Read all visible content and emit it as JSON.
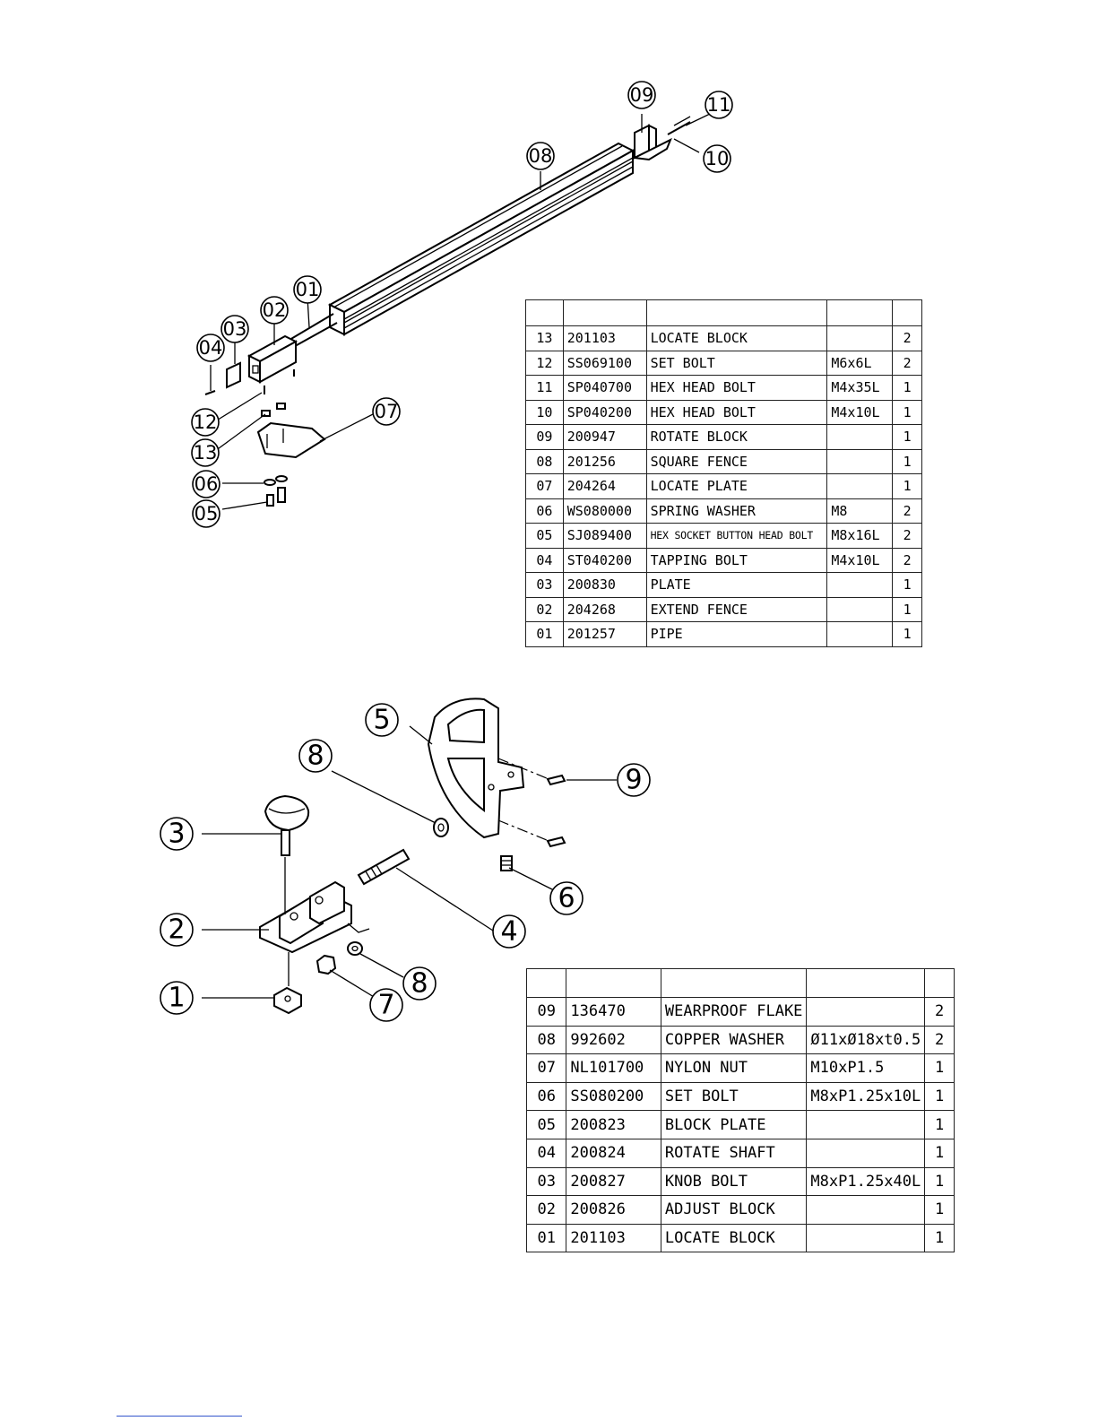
{
  "diagram_top": {
    "balloons": [
      "01",
      "02",
      "03",
      "04",
      "05",
      "06",
      "07",
      "08",
      "09",
      "10",
      "11",
      "12",
      "13"
    ],
    "parts_list": [
      {
        "no": "13",
        "code": "201103",
        "name": "LOCATE BLOCK",
        "spec": "",
        "qty": "2"
      },
      {
        "no": "12",
        "code": "SS069100",
        "name": "SET BOLT",
        "spec": "M6x6L",
        "qty": "2"
      },
      {
        "no": "11",
        "code": "SP040700",
        "name": "HEX HEAD BOLT",
        "spec": "M4x35L",
        "qty": "1"
      },
      {
        "no": "10",
        "code": "SP040200",
        "name": "HEX HEAD BOLT",
        "spec": "M4x10L",
        "qty": "1"
      },
      {
        "no": "09",
        "code": "200947",
        "name": "ROTATE BLOCK",
        "spec": "",
        "qty": "1"
      },
      {
        "no": "08",
        "code": "201256",
        "name": "SQUARE FENCE",
        "spec": "",
        "qty": "1"
      },
      {
        "no": "07",
        "code": "204264",
        "name": "LOCATE PLATE",
        "spec": "",
        "qty": "1"
      },
      {
        "no": "06",
        "code": "WS080000",
        "name": "SPRING WASHER",
        "spec": "M8",
        "qty": "2"
      },
      {
        "no": "05",
        "code": "SJ089400",
        "name": "HEX SOCKET BUTTON HEAD BOLT",
        "spec": "M8x16L",
        "qty": "2"
      },
      {
        "no": "04",
        "code": "ST040200",
        "name": "TAPPING BOLT",
        "spec": "M4x10L",
        "qty": "2"
      },
      {
        "no": "03",
        "code": "200830",
        "name": "PLATE",
        "spec": "",
        "qty": "1"
      },
      {
        "no": "02",
        "code": "204268",
        "name": "EXTEND FENCE",
        "spec": "",
        "qty": "1"
      },
      {
        "no": "01",
        "code": "201257",
        "name": "PIPE",
        "spec": "",
        "qty": "1"
      }
    ]
  },
  "diagram_bottom": {
    "balloons": [
      "1",
      "2",
      "3",
      "4",
      "5",
      "6",
      "7",
      "8",
      "9"
    ],
    "parts_list": [
      {
        "no": "09",
        "code": "136470",
        "name": "WEARPROOF FLAKE",
        "spec": "",
        "qty": "2"
      },
      {
        "no": "08",
        "code": "992602",
        "name": "COPPER WASHER",
        "spec": "Ø11xØ18xt0.5",
        "qty": "2"
      },
      {
        "no": "07",
        "code": "NL101700",
        "name": "NYLON NUT",
        "spec": "M10xP1.5",
        "qty": "1"
      },
      {
        "no": "06",
        "code": "SS080200",
        "name": "SET BOLT",
        "spec": "M8xP1.25x10L",
        "qty": "1"
      },
      {
        "no": "05",
        "code": "200823",
        "name": "BLOCK PLATE",
        "spec": "",
        "qty": "1"
      },
      {
        "no": "04",
        "code": "200824",
        "name": "ROTATE SHAFT",
        "spec": "",
        "qty": "1"
      },
      {
        "no": "03",
        "code": "200827",
        "name": "KNOB BOLT",
        "spec": "M8xP1.25x40L",
        "qty": "1"
      },
      {
        "no": "02",
        "code": "200826",
        "name": "ADJUST BLOCK",
        "spec": "",
        "qty": "1"
      },
      {
        "no": "01",
        "code": "201103",
        "name": "LOCATE BLOCK",
        "spec": "",
        "qty": "1"
      }
    ]
  }
}
